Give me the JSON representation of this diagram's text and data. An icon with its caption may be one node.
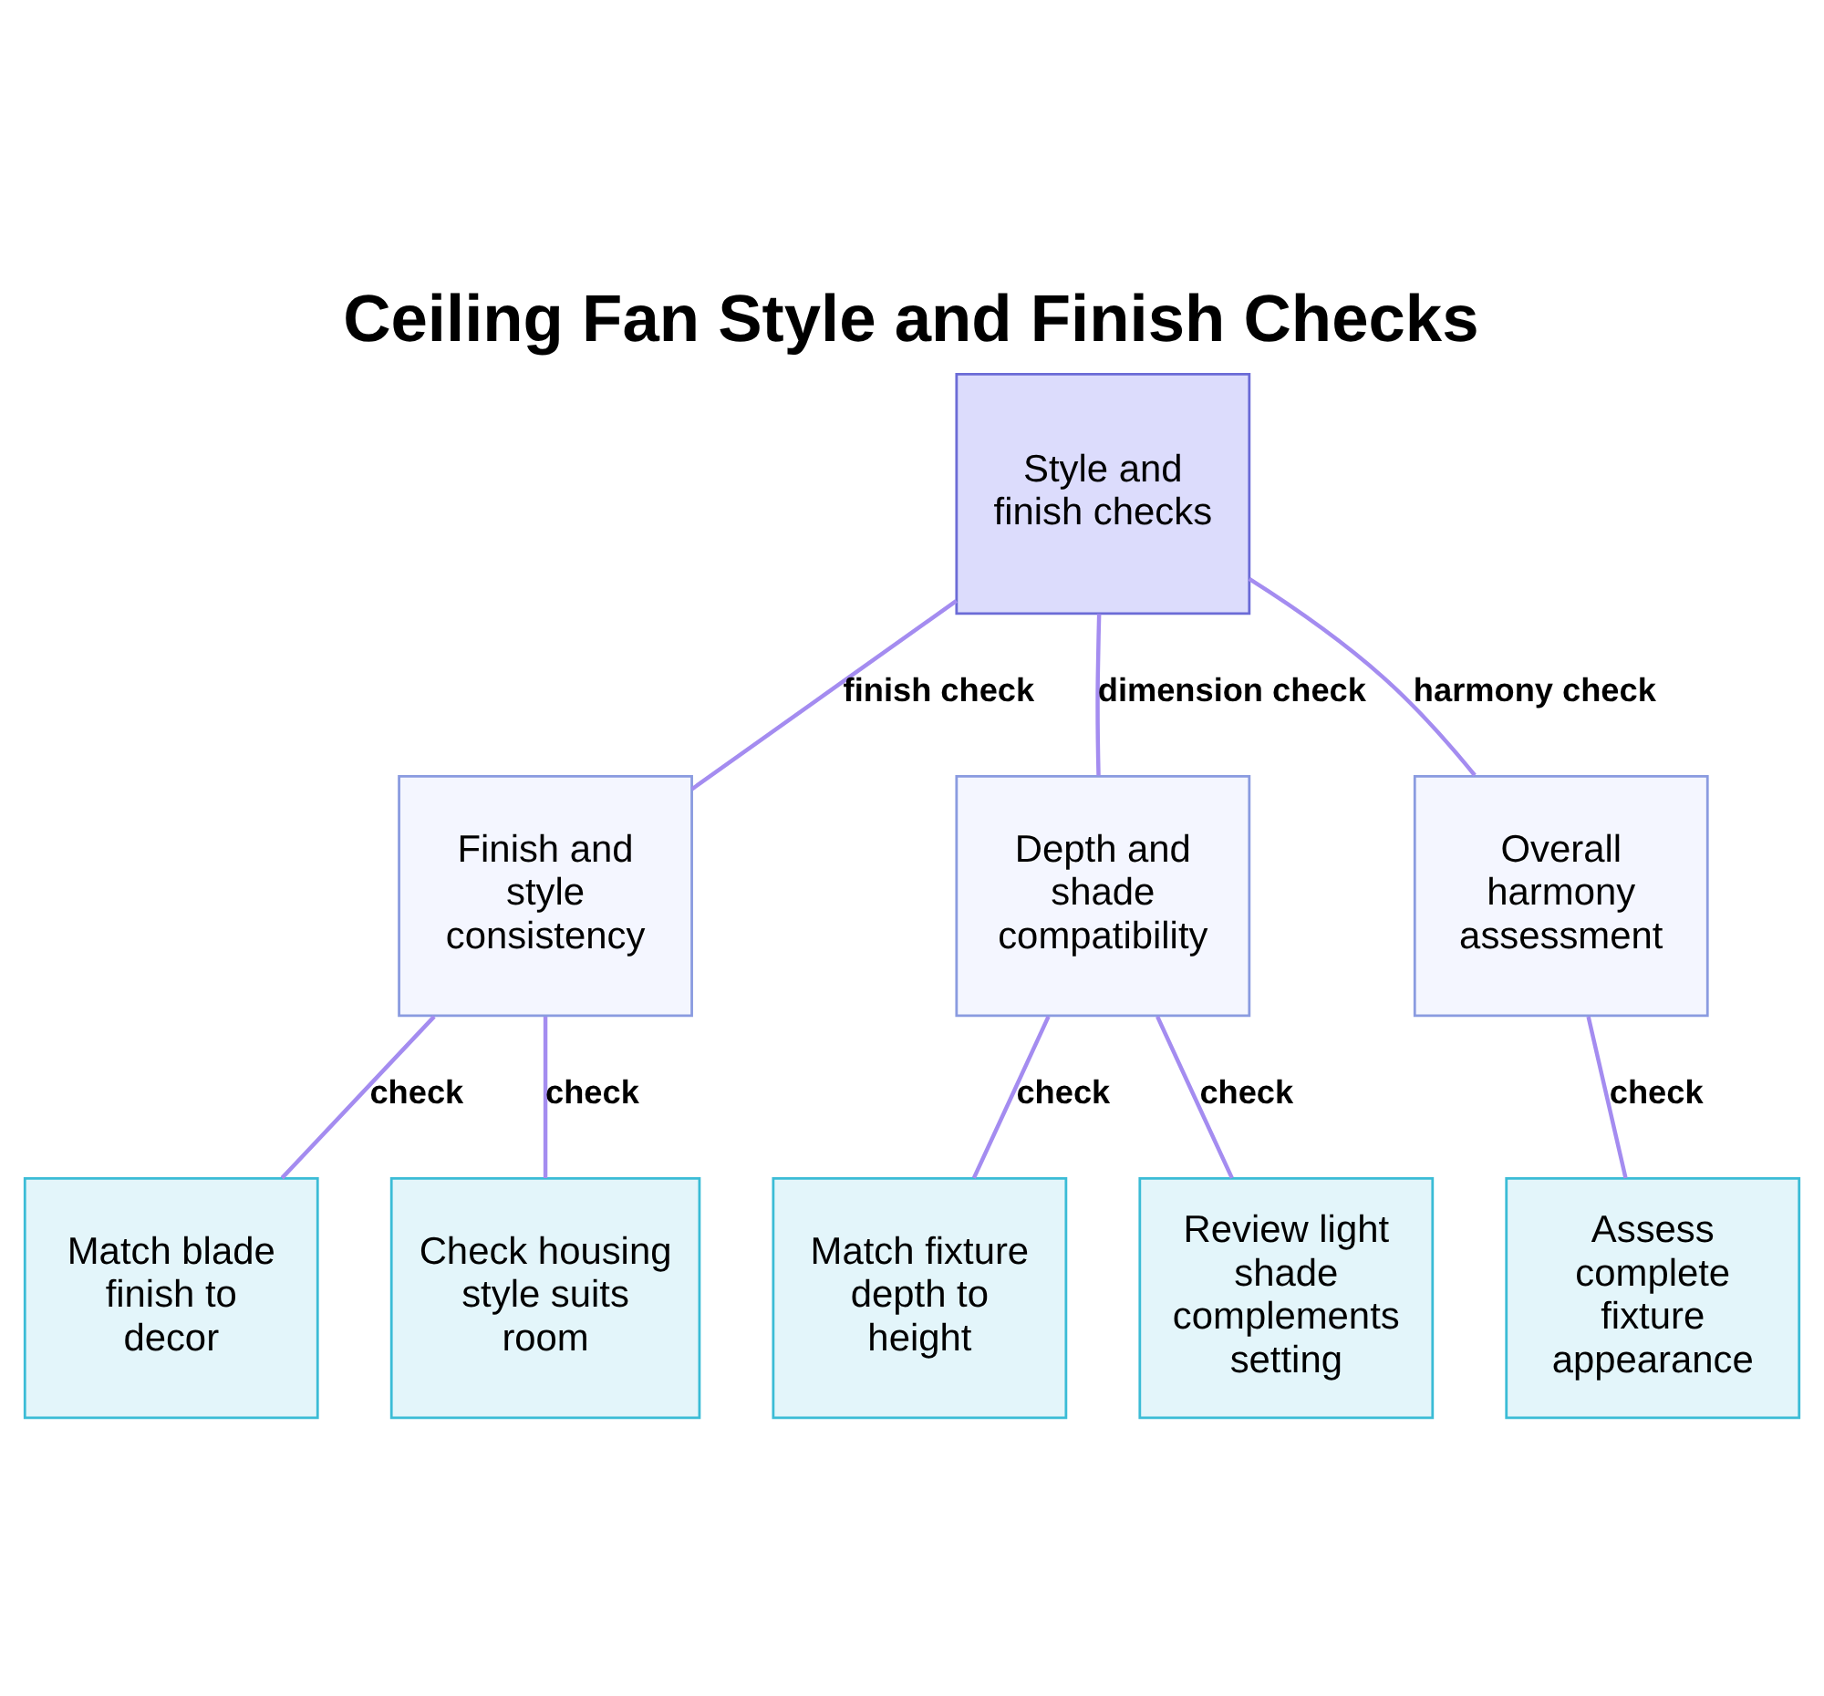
{
  "diagram": {
    "title": "Ceiling Fan Style and Finish Checks",
    "nodes": [
      {
        "text": [
          "Style and finish checks"
        ]
      },
      {
        "text": [
          "Finish and style consistency"
        ]
      },
      {
        "text": [
          "Depth and shade compatibility"
        ]
      },
      {
        "text": [
          "Overall harmony assessment"
        ]
      },
      {
        "text": [
          "Match blade finish to decor"
        ]
      },
      {
        "text": [
          "Check housing style suits room"
        ]
      },
      {
        "text": [
          "Match fixture depth to height"
        ]
      },
      {
        "text": [
          "Review light shade complements setting"
        ]
      },
      {
        "text": [
          "Assess complete fixture appearance"
        ]
      }
    ],
    "edges": [
      {
        "from": 0,
        "to": 1,
        "arrow": "none",
        "label": "finish check"
      },
      {
        "from": 0,
        "to": 2,
        "arrow": "none",
        "label": "dimension check"
      },
      {
        "from": 0,
        "to": 3,
        "arrow": "none",
        "label": "harmony check"
      },
      {
        "from": 1,
        "to": 4,
        "arrow": "none",
        "label": "check"
      },
      {
        "from": 1,
        "to": 5,
        "arrow": "none",
        "label": "check"
      },
      {
        "from": 2,
        "to": 6,
        "arrow": "none",
        "label": "check"
      },
      {
        "from": 2,
        "to": 7,
        "arrow": "none",
        "label": "check"
      },
      {
        "from": 3,
        "to": 8,
        "arrow": "none",
        "label": "check"
      }
    ]
  }
}
